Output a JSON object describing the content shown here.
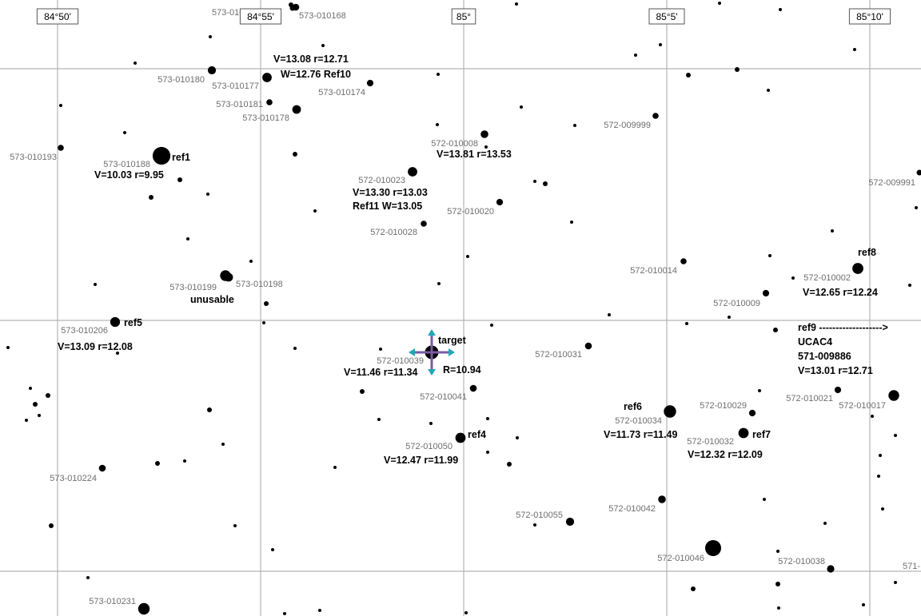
{
  "chart_data": {
    "type": "star-chart",
    "ra_ticks": [
      "84°50'",
      "84°55'",
      "85°",
      "85°5'",
      "85°10'"
    ],
    "stars": [
      {
        "id": "573-010173",
        "mag": 12.9
      },
      {
        "id": "573-010168",
        "mag": 12.6
      },
      {
        "id": "573-010180",
        "mag": 12.3
      },
      {
        "id": "573-010177",
        "mag": 12.0
      },
      {
        "id": "573-010174",
        "mag": 12.7
      },
      {
        "id": "573-010181",
        "mag": 12.8
      },
      {
        "id": "573-010178",
        "mag": 12.2
      },
      {
        "id": "573-010193",
        "mag": 12.8
      },
      {
        "id": "573-010188",
        "mag": 10.0
      },
      {
        "id": "572-010008",
        "mag": 12.4
      },
      {
        "id": "572-009999",
        "mag": 12.8
      },
      {
        "id": "572-010023",
        "mag": 12.0
      },
      {
        "id": "572-010020",
        "mag": 12.7
      },
      {
        "id": "572-010028",
        "mag": 12.8
      },
      {
        "id": "572-009991",
        "mag": 12.9
      },
      {
        "id": "573-010199",
        "mag": 11.7
      },
      {
        "id": "573-010198",
        "mag": 12.2
      },
      {
        "id": "572-010014",
        "mag": 12.8
      },
      {
        "id": "572-010002",
        "mag": 11.6
      },
      {
        "id": "572-010009",
        "mag": 12.7
      },
      {
        "id": "573-010206",
        "mag": 11.9
      },
      {
        "id": "572-010039",
        "mag": 11.0
      },
      {
        "id": "572-010031",
        "mag": 12.6
      },
      {
        "id": "572-010041",
        "mag": 12.6
      },
      {
        "id": "572-010021",
        "mag": 12.7
      },
      {
        "id": "572-010017",
        "mag": 11.7
      },
      {
        "id": "572-010029",
        "mag": 12.7
      },
      {
        "id": "572-010034",
        "mag": 11.3
      },
      {
        "id": "572-010032",
        "mag": 11.8
      },
      {
        "id": "572-010050",
        "mag": 11.8
      },
      {
        "id": "573-010224",
        "mag": 12.6
      },
      {
        "id": "572-010055",
        "mag": 12.3
      },
      {
        "id": "572-010042",
        "mag": 12.4
      },
      {
        "id": "572-010046",
        "mag": 10.4
      },
      {
        "id": "572-010038",
        "mag": 12.5
      },
      {
        "id": "573-010231",
        "mag": 11.5
      },
      {
        "id": "571-",
        "mag": 13.5
      }
    ],
    "annotations": [
      {
        "id": "note-573-010177-a",
        "text": "V=13.08 r=12.71"
      },
      {
        "id": "note-573-010177-b",
        "text": "W=12.76 Ref10"
      },
      {
        "id": "note-ref1",
        "text": "ref1"
      },
      {
        "id": "note-ref1-mag",
        "text": "V=10.03 r=9.95"
      },
      {
        "id": "note-572-010008",
        "text": "V=13.81 r=13.53"
      },
      {
        "id": "note-572-010023-a",
        "text": "V=13.30 r=13.03"
      },
      {
        "id": "note-572-010023-b",
        "text": "Ref11 W=13.05"
      },
      {
        "id": "note-unusable",
        "text": "unusable"
      },
      {
        "id": "note-ref8",
        "text": "ref8"
      },
      {
        "id": "note-ref8-mag",
        "text": "V=12.65 r=12.24"
      },
      {
        "id": "note-ref5",
        "text": "ref5"
      },
      {
        "id": "note-ref5-mag",
        "text": "V=13.09 r=12.08"
      },
      {
        "id": "note-target",
        "text": "target"
      },
      {
        "id": "note-target-mag",
        "text": "V=11.46 r=11.34"
      },
      {
        "id": "note-target-R",
        "text": "R=10.94"
      },
      {
        "id": "note-ref9-a",
        "text": "ref9 ------------------->"
      },
      {
        "id": "note-ref9-b",
        "text": "UCAC4"
      },
      {
        "id": "note-ref9-c",
        "text": "571-009886"
      },
      {
        "id": "note-ref9-d",
        "text": "V=13.01 r=12.71"
      },
      {
        "id": "note-ref6",
        "text": "ref6"
      },
      {
        "id": "note-ref6-mag",
        "text": "V=11.73 r=11.49"
      },
      {
        "id": "note-ref4",
        "text": "ref4"
      },
      {
        "id": "note-ref4-mag",
        "text": "V=12.47 r=11.99"
      },
      {
        "id": "note-ref7",
        "text": "ref7"
      },
      {
        "id": "note-ref7-mag",
        "text": "V=12.32 r=12.09"
      }
    ],
    "target_marker_colors": {
      "arms": "#7a5aa6",
      "arrows": "#22a7b5"
    }
  }
}
